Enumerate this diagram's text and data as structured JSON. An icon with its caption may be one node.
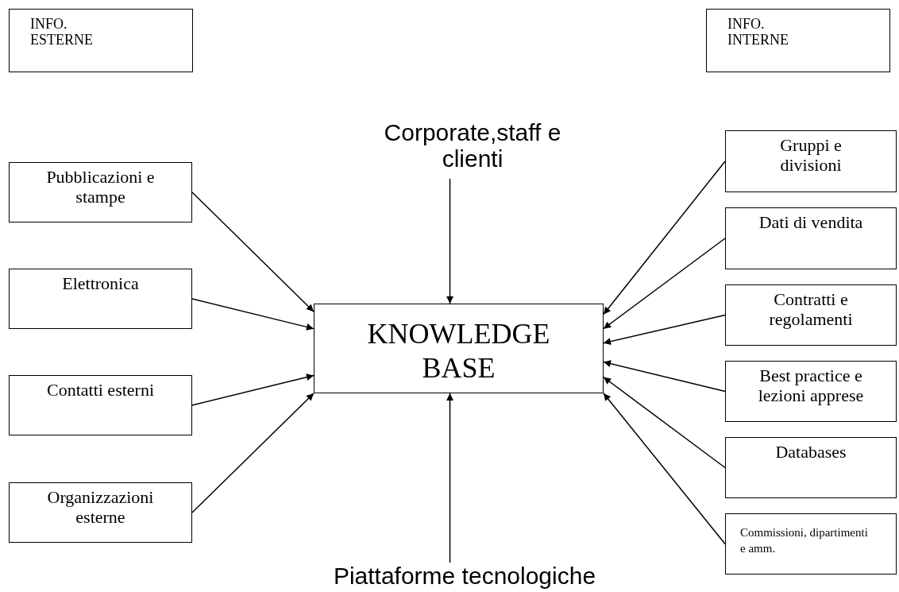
{
  "diagram": {
    "nodes": [
      {
        "text": [
          "INFO. ESTERNE"
        ]
      },
      {
        "text": [
          "INFO. INTERNE"
        ]
      },
      {
        "text": [
          "Corporate,staff e clienti"
        ]
      },
      {
        "text": [
          "Pubblicazioni e stampe"
        ]
      },
      {
        "text": [
          "Elettronica"
        ]
      },
      {
        "text": [
          "Contatti esterni"
        ]
      },
      {
        "text": [
          "Organizzazioni esterne"
        ]
      },
      {
        "text": [
          "KNOWLEDGE BASE"
        ]
      },
      {
        "text": [
          "Gruppi e divisioni"
        ]
      },
      {
        "text": [
          "Dati di vendita"
        ]
      },
      {
        "text": [
          "Contratti e regolamenti"
        ]
      },
      {
        "text": [
          "Best practice e lezioni apprese"
        ]
      },
      {
        "text": [
          "Databases"
        ]
      },
      {
        "text": [
          "Commissioni, dipartimenti e amm."
        ]
      },
      {
        "text": [
          "Piattaforme tecnologiche"
        ]
      }
    ],
    "edges": [
      {
        "from": 2,
        "to": 7,
        "arrow": "to"
      },
      {
        "from": 3,
        "to": 7,
        "arrow": "to"
      },
      {
        "from": 4,
        "to": 7,
        "arrow": "to"
      },
      {
        "from": 5,
        "to": 7,
        "arrow": "to"
      },
      {
        "from": 6,
        "to": 7,
        "arrow": "to"
      },
      {
        "from": 8,
        "to": 7,
        "arrow": "to"
      },
      {
        "from": 9,
        "to": 7,
        "arrow": "to"
      },
      {
        "from": 10,
        "to": 7,
        "arrow": "to"
      },
      {
        "from": 11,
        "to": 7,
        "arrow": "to"
      },
      {
        "from": 12,
        "to": 7,
        "arrow": "to"
      },
      {
        "from": 13,
        "to": 7,
        "arrow": "to"
      },
      {
        "from": 14,
        "to": 7,
        "arrow": "to"
      }
    ]
  }
}
